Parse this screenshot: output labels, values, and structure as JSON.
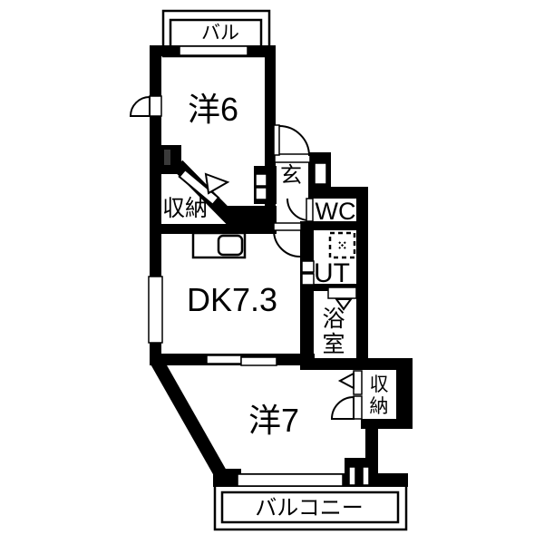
{
  "plan": {
    "type": "japanese-apartment-floorplan",
    "colors": {
      "wall": "#000000",
      "floor": "#ffffff",
      "text": "#000000"
    },
    "rooms": {
      "balcony_top": {
        "label": "バル"
      },
      "west6": {
        "label": "洋6"
      },
      "entrance": {
        "label": "玄"
      },
      "wc": {
        "label": "WC"
      },
      "storage_top": {
        "label": "収納"
      },
      "ut": {
        "label": "UT"
      },
      "dk": {
        "label": "DK7.3"
      },
      "bath": {
        "label": "浴室"
      },
      "storage_bottom": {
        "label": "収納"
      },
      "west7": {
        "label": "洋7"
      },
      "balcony_bottom": {
        "label": "バルコニー"
      }
    }
  }
}
